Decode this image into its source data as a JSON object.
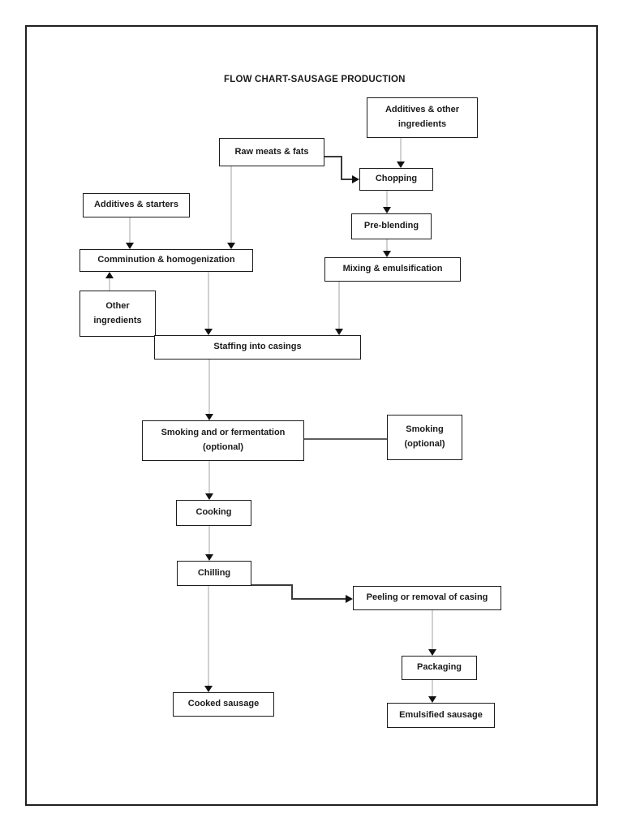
{
  "title": "FLOW CHART-SAUSAGE PRODUCTION",
  "colors": {
    "background": "#ffffff",
    "page_border": "#1f1f1f",
    "box_border": "#1c1c1c",
    "connector_line": "#a3a3a3",
    "arrowhead": "#111111",
    "elbow_line": "#3a3a3a"
  },
  "nodes": {
    "additives_other": {
      "line1": "Additives & other",
      "line2": "ingredients"
    },
    "raw_meats": {
      "label": "Raw meats & fats"
    },
    "chopping": {
      "label": "Chopping"
    },
    "additives_starters": {
      "label": "Additives & starters"
    },
    "pre_blending": {
      "label": "Pre-blending"
    },
    "comminution": {
      "label": "Comminution & homogenization"
    },
    "mixing": {
      "label": "Mixing & emulsification"
    },
    "other_ingredients": {
      "line1": "Other",
      "line2": "ingredients"
    },
    "staffing": {
      "label": "Staffing into casings"
    },
    "smoking_fermentation": {
      "line1": "Smoking and or fermentation",
      "line2": "(optional)"
    },
    "smoking_optional": {
      "line1": "Smoking",
      "line2": "(optional)"
    },
    "cooking": {
      "label": "Cooking"
    },
    "chilling": {
      "label": "Chilling"
    },
    "peeling": {
      "label": "Peeling or removal of casing"
    },
    "packaging": {
      "label": "Packaging"
    },
    "cooked_sausage": {
      "label": "Cooked sausage"
    },
    "emulsified_sausage": {
      "label": "Emulsified sausage"
    }
  },
  "edges": [
    {
      "from": "additives_other",
      "to": "chopping",
      "type": "arrow"
    },
    {
      "from": "raw_meats",
      "to": "chopping",
      "type": "elbow-arrow"
    },
    {
      "from": "raw_meats",
      "to": "comminution",
      "type": "arrow"
    },
    {
      "from": "additives_starters",
      "to": "comminution",
      "type": "arrow"
    },
    {
      "from": "other_ingredients",
      "to": "comminution",
      "type": "arrow-up"
    },
    {
      "from": "chopping",
      "to": "pre_blending",
      "type": "arrow"
    },
    {
      "from": "pre_blending",
      "to": "mixing",
      "type": "arrow"
    },
    {
      "from": "comminution",
      "to": "staffing",
      "type": "arrow"
    },
    {
      "from": "mixing",
      "to": "staffing",
      "type": "arrow"
    },
    {
      "from": "staffing",
      "to": "smoking_fermentation",
      "type": "arrow"
    },
    {
      "from": "smoking_fermentation",
      "to": "smoking_optional",
      "type": "plain-line"
    },
    {
      "from": "smoking_fermentation",
      "to": "cooking",
      "type": "arrow"
    },
    {
      "from": "cooking",
      "to": "chilling",
      "type": "arrow"
    },
    {
      "from": "chilling",
      "to": "cooked_sausage",
      "type": "arrow"
    },
    {
      "from": "chilling",
      "to": "peeling",
      "type": "elbow-arrow"
    },
    {
      "from": "peeling",
      "to": "packaging",
      "type": "arrow"
    },
    {
      "from": "packaging",
      "to": "emulsified_sausage",
      "type": "arrow"
    }
  ]
}
